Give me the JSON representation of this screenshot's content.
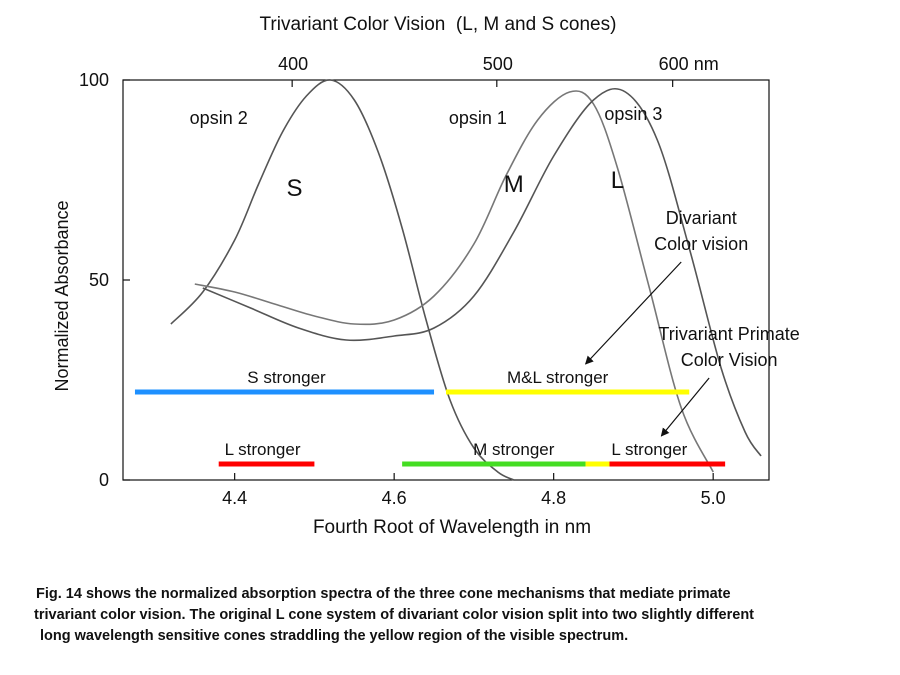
{
  "chart_data": {
    "type": "line",
    "title": "Trivariant Color Vision  (L, M and S cones)",
    "xlabel": "Fourth Root of Wavelength in nm",
    "ylabel": "Normalized Absorbance",
    "xlim": [
      4.26,
      5.07
    ],
    "ylim": [
      0,
      100
    ],
    "x_ticks": [
      {
        "value": 4.4,
        "label": "4.4"
      },
      {
        "value": 4.6,
        "label": "4.6"
      },
      {
        "value": 4.8,
        "label": "4.8"
      },
      {
        "value": 5.0,
        "label": "5.0"
      }
    ],
    "y_ticks": [
      {
        "value": 0,
        "label": "0"
      },
      {
        "value": 50,
        "label": "50"
      },
      {
        "value": 100,
        "label": "100"
      }
    ],
    "top_axis_ticks": [
      {
        "value": 4.4721,
        "label": "400"
      },
      {
        "value": 4.7287,
        "label": "500"
      },
      {
        "value": 4.9492,
        "label": "600  nm"
      }
    ],
    "series": [
      {
        "name": "S",
        "opsin": "opsin 2",
        "color": "#555555",
        "x": [
          4.32,
          4.36,
          4.4,
          4.43,
          4.46,
          4.49,
          4.52,
          4.55,
          4.58,
          4.61,
          4.64,
          4.67,
          4.7,
          4.73,
          4.75
        ],
        "y": [
          39,
          47,
          60,
          74,
          87,
          96,
          100,
          95,
          82,
          63,
          40,
          20,
          8,
          2,
          0
        ]
      },
      {
        "name": "M",
        "opsin": "opsin 1",
        "color": "#777777",
        "x": [
          4.35,
          4.4,
          4.45,
          4.5,
          4.55,
          4.6,
          4.65,
          4.7,
          4.74,
          4.78,
          4.82,
          4.85,
          4.88,
          4.92,
          4.96,
          5.0
        ],
        "y": [
          49,
          47,
          44,
          41,
          39,
          40,
          46,
          59,
          76,
          90,
          97,
          94,
          78,
          48,
          18,
          2
        ]
      },
      {
        "name": "L",
        "opsin": "opsin 3",
        "color": "#555555",
        "x": [
          4.36,
          4.42,
          4.48,
          4.54,
          4.6,
          4.65,
          4.7,
          4.75,
          4.8,
          4.85,
          4.89,
          4.93,
          4.97,
          5.01,
          5.04,
          5.06
        ],
        "y": [
          48,
          43,
          38,
          35,
          36,
          38,
          46,
          62,
          81,
          95,
          97,
          85,
          58,
          28,
          12,
          6
        ]
      }
    ],
    "curve_labels": [
      {
        "text": "opsin 2",
        "x": 4.38,
        "y": 89
      },
      {
        "text": "S",
        "x": 4.475,
        "y": 71
      },
      {
        "text": "opsin 1",
        "x": 4.705,
        "y": 89
      },
      {
        "text": "M",
        "x": 4.75,
        "y": 72
      },
      {
        "text": "L",
        "x": 4.88,
        "y": 73
      },
      {
        "text": "opsin 3",
        "x": 4.9,
        "y": 90
      }
    ],
    "range_bars": [
      {
        "label": "S stronger",
        "x0": 4.275,
        "x1": 4.65,
        "y": 22,
        "color": "#1e90ff",
        "label_x": 4.465
      },
      {
        "label": "M&L stronger",
        "x0": 4.665,
        "x1": 4.97,
        "y": 22,
        "color": "#ffff00",
        "label_x": 4.805
      },
      {
        "label": "L stronger",
        "x0": 4.38,
        "x1": 4.5,
        "y": 4,
        "color": "#ff0000",
        "label_x": 4.435
      },
      {
        "label": "M   stronger",
        "x0": 4.61,
        "x1": 4.84,
        "y": 4,
        "color": "#44dd22",
        "label_x": 4.75
      },
      {
        "label": "",
        "x0": 4.84,
        "x1": 4.87,
        "y": 4,
        "color": "#ffff00",
        "label_x": 0
      },
      {
        "label": "L stronger",
        "x0": 4.87,
        "x1": 5.015,
        "y": 4,
        "color": "#ff0000",
        "label_x": 4.92
      }
    ],
    "annotations": [
      {
        "lines": [
          "Divariant",
          "Color vision"
        ],
        "x": 4.985,
        "y": 64,
        "arrow_to": [
          4.84,
          29
        ]
      },
      {
        "lines": [
          "Trivariant Primate",
          "Color Vision"
        ],
        "x": 5.02,
        "y": 35,
        "arrow_to": [
          4.935,
          11
        ]
      }
    ]
  },
  "caption": [
    "Fig. 14 shows the normalized absorption spectra of the three cone mechanisms that mediate primate",
    "trivariant color vision. The original L cone system of divariant color vision split into two slightly different",
    "long wavelength sensitive cones straddling the yellow region of the visible spectrum."
  ]
}
